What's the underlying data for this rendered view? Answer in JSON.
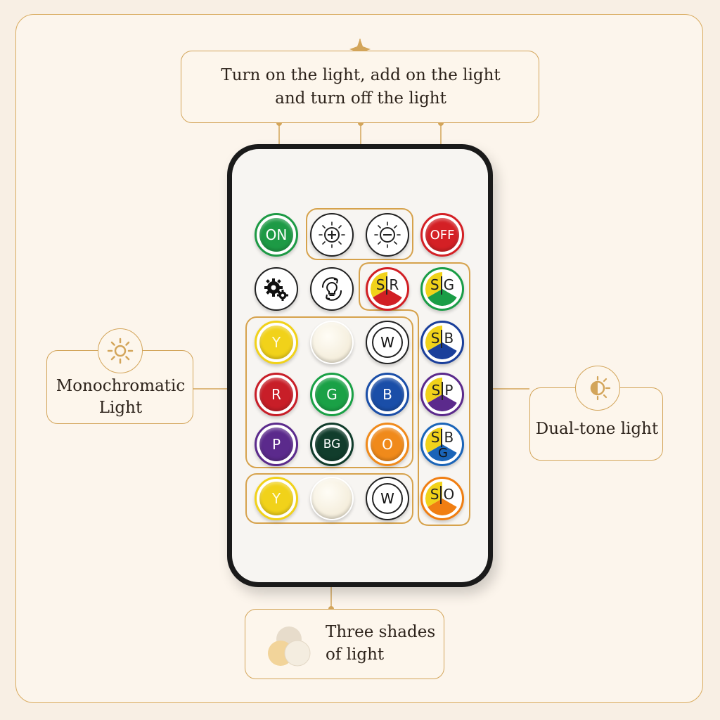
{
  "callouts": {
    "top": {
      "line1": "Turn on the light, add on the light",
      "line2": "and turn off the light"
    },
    "left": {
      "line1": "Monochromatic",
      "line2": "Light"
    },
    "right": {
      "line1": "Dual-tone light"
    },
    "bottom": {
      "line1": "Three shades",
      "line2": "of light"
    }
  },
  "icons": {
    "left": "sun-icon",
    "right": "half-sun-icon",
    "bottom": "three-circles-icon",
    "top": "sparkle-icon"
  },
  "buttons": {
    "on": "ON",
    "brightness_up": "brightness-up-icon",
    "brightness_down": "brightness-down-icon",
    "off": "OFF",
    "settings": "gears-icon",
    "mode": "bulb-cycle-icon",
    "mono": [
      {
        "label": "Y",
        "color": "#f1d21a"
      },
      {
        "label": "",
        "color": "#f5f0e0"
      },
      {
        "label": "W",
        "color": "#ffffff"
      },
      {
        "label": "R",
        "color": "#c81e28"
      },
      {
        "label": "G",
        "color": "#1aa146"
      },
      {
        "label": "B",
        "color": "#1a4ea8"
      },
      {
        "label": "P",
        "color": "#5b2a8c"
      },
      {
        "label": "BG",
        "color": "#113d2c"
      },
      {
        "label": "O",
        "color": "#f08a1b"
      }
    ],
    "shades": [
      {
        "label": "Y",
        "color": "#f1d21a"
      },
      {
        "label": "",
        "color": "#f5f0e0"
      },
      {
        "label": "W",
        "color": "#ffffff"
      }
    ],
    "dual": [
      {
        "a": "S",
        "b": "R",
        "color": "#d11f24"
      },
      {
        "a": "S",
        "b": "G",
        "color": "#1a9d46"
      },
      {
        "a": "S",
        "b": "B",
        "color": "#1a3f9b"
      },
      {
        "a": "S",
        "b": "P",
        "color": "#5b2a8c"
      },
      {
        "a": "S",
        "b": "B",
        "c": "G",
        "color": "#1a64b8"
      },
      {
        "a": "S",
        "b": "O",
        "color": "#f07e12"
      }
    ]
  },
  "colors": {
    "accent": "#d3a55a",
    "on": "#1d9a45",
    "off": "#d42025",
    "text": "#2d231b"
  }
}
